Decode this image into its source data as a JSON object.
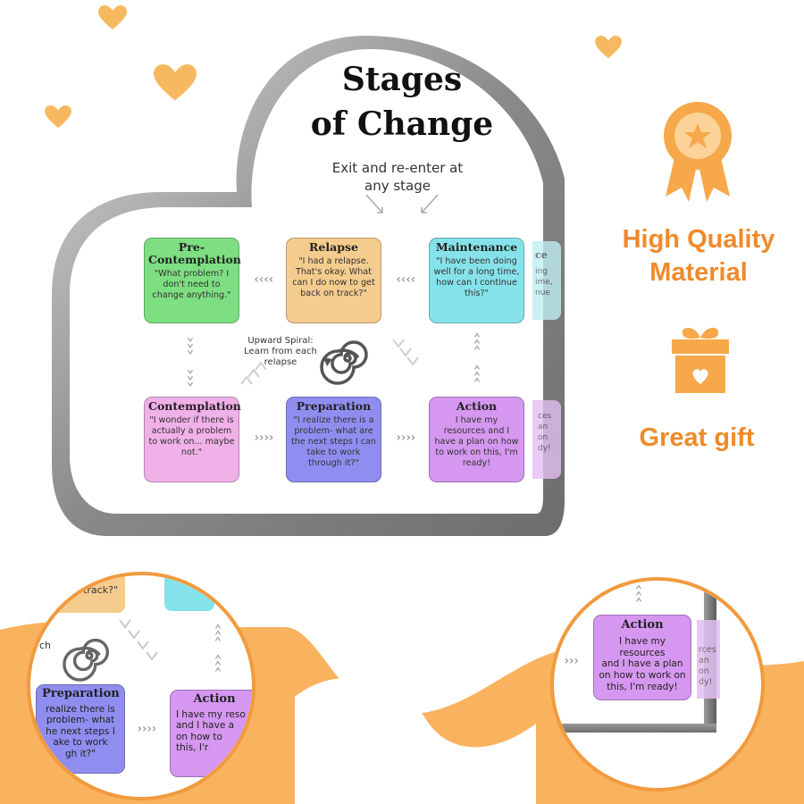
{
  "diagram": {
    "title_line1": "Stages",
    "title_line2": "of Change",
    "subtitle_line1": "Exit and re-enter at",
    "subtitle_line2": "any stage",
    "spiral_label_line1": "Upward Spiral:",
    "spiral_label_line2": "Learn from each",
    "spiral_label_line3": "relapse",
    "stages": {
      "precontemplation": {
        "title_line1": "Pre-",
        "title_line2": "Contemplation",
        "quote": "\"What problem? I don't need to change anything.\"",
        "color": "#7ede82"
      },
      "relapse": {
        "title": "Relapse",
        "quote": "\"I had a relapse. That's okay. What can I do now to get back on track?\"",
        "color": "#f4cc8e"
      },
      "maintenance": {
        "title": "Maintenance",
        "quote": "\"I have been doing well for a long time, how can I continue this?\"",
        "color": "#86e2ea"
      },
      "contemplation": {
        "title": "Contemplation",
        "quote": "\"I wonder if there is actually a problem to work on... maybe not.\"",
        "color": "#f0b0e8"
      },
      "preparation": {
        "title": "Preparation",
        "quote": "\"I realize there is a problem- what are the next steps I can take to work through it?\"",
        "color": "#8f8ef0"
      },
      "action": {
        "title": "Action",
        "quote": "I have my resources and I have a plan on how to work on this, I'm ready!",
        "color": "#d597ef"
      }
    },
    "edge_partial": {
      "maintenance_fragment": "ce",
      "maintenance_lines": [
        "ing",
        "ime,",
        "nue"
      ],
      "action_lines": [
        "ces",
        "an",
        "on",
        "dy!"
      ]
    }
  },
  "features": {
    "quality_line1": "High Quality",
    "quality_line2": "Material",
    "gift": "Great gift",
    "quality_icon": "award-ribbon-icon",
    "gift_icon": "gift-box-icon",
    "accent_color": "#ef8a2b"
  },
  "zoom_left": {
    "relapse_fragment": "n track?\"",
    "spiral_fragment": "ch",
    "preparation_title": "Preparation",
    "preparation_lines": [
      "realize there is",
      "problem- what",
      "he next steps I",
      "ake to work",
      "gh it?\""
    ],
    "action_title": "Action",
    "action_lines": [
      "I have my reso",
      "and I have a",
      "on how to",
      "this, I'r"
    ]
  },
  "zoom_right": {
    "action_title": "Action",
    "action_lines": [
      "I have my resources",
      "and I have a plan",
      "on how to work on",
      "this, I'm ready!"
    ],
    "side_lines": [
      "rces",
      "an",
      "on",
      "dy!"
    ]
  }
}
